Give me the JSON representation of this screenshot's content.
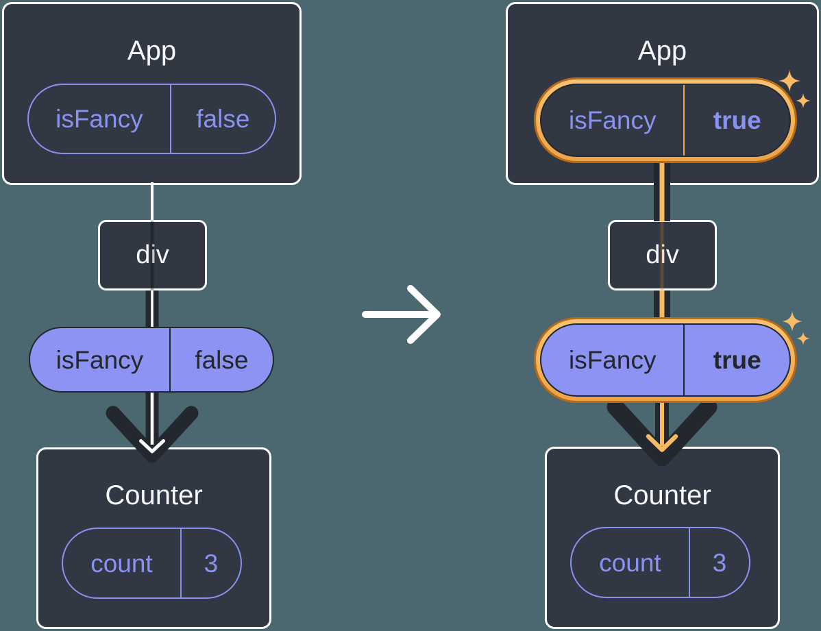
{
  "left": {
    "app": {
      "title": "App",
      "prop_name": "isFancy",
      "prop_value": "false"
    },
    "div_node": {
      "title": "div"
    },
    "passed_prop": {
      "name": "isFancy",
      "value": "false"
    },
    "counter": {
      "title": "Counter",
      "state_name": "count",
      "state_value": "3"
    }
  },
  "right": {
    "app": {
      "title": "App",
      "prop_name": "isFancy",
      "prop_value": "true"
    },
    "div_node": {
      "title": "div"
    },
    "passed_prop": {
      "name": "isFancy",
      "value": "true"
    },
    "counter": {
      "title": "Counter",
      "state_name": "count",
      "state_value": "3"
    }
  },
  "icons": {
    "transition": "arrow-right-icon",
    "state_flow": "down-arrow-icon",
    "highlight": "sparkles-icon"
  },
  "colors": {
    "background": "#4B6870",
    "card": "#313743",
    "card_border": "#FFFFFF",
    "dark": "#23272E",
    "purple": "#8A92F0",
    "lavender": "#8C93F2",
    "orange": "#F6B964",
    "orange_edge": "#BA6A15",
    "sparkle": "#F8BB66",
    "white": "#FFFFFF"
  }
}
